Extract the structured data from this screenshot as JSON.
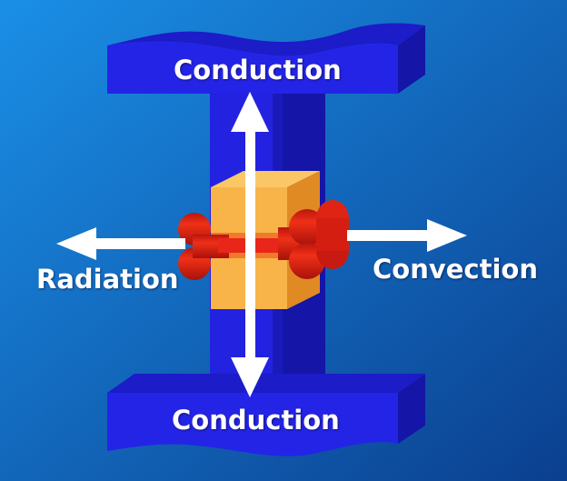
{
  "labels": {
    "conduction_top": "Conduction",
    "conduction_bottom": "Conduction",
    "radiation": "Radiation",
    "convection": "Convection"
  },
  "colors": {
    "background_light": "#1a8fe6",
    "background_dark": "#0b3f8f",
    "beam_front": "#2222e0",
    "beam_side": "#1515a8",
    "beam_top": "#1c1cc8",
    "fireproofing_light": "#f8b448",
    "fireproofing_dark": "#e08a24",
    "fire_red": "#e32012",
    "arrows": "#ffffff"
  },
  "icons": {
    "vertical_arrow": "double-headed-arrow",
    "left_arrow": "arrow-left",
    "right_arrow": "arrow-right",
    "heat_source": "bone-shaped-heater"
  }
}
